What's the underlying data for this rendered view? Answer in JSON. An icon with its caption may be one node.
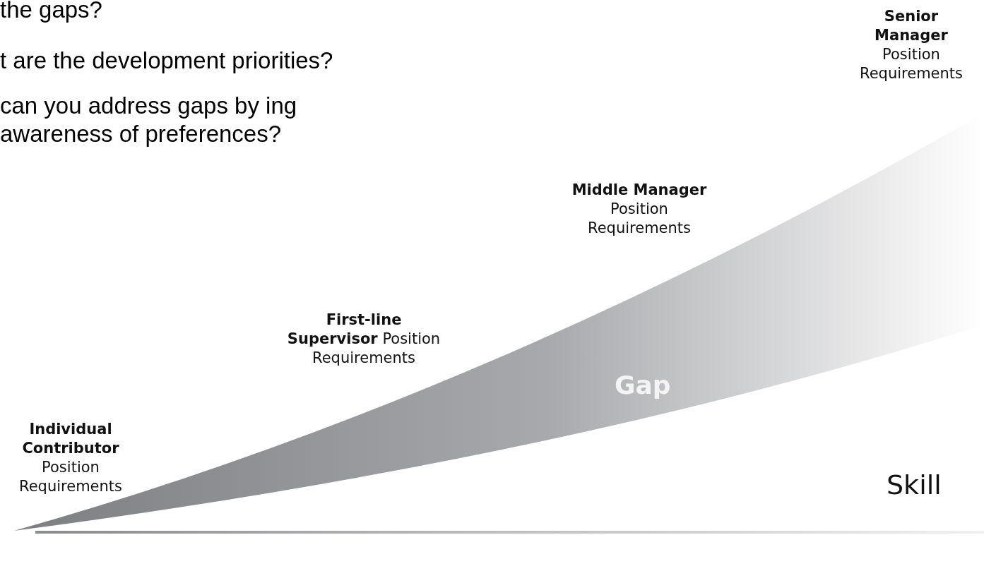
{
  "diagram": {
    "labels": [
      "the gaps?",
      "t are the development priorities?",
      "can you address gaps by ing awareness of preferences?",
      "**Senior Manager** Position Requirements",
      "**Middle Manager** Position Requirements",
      "**First-line Supervisor** Position Requirements",
      "Gap",
      "**Individual Contributor** Position Requirements",
      "Skill"
    ]
  }
}
